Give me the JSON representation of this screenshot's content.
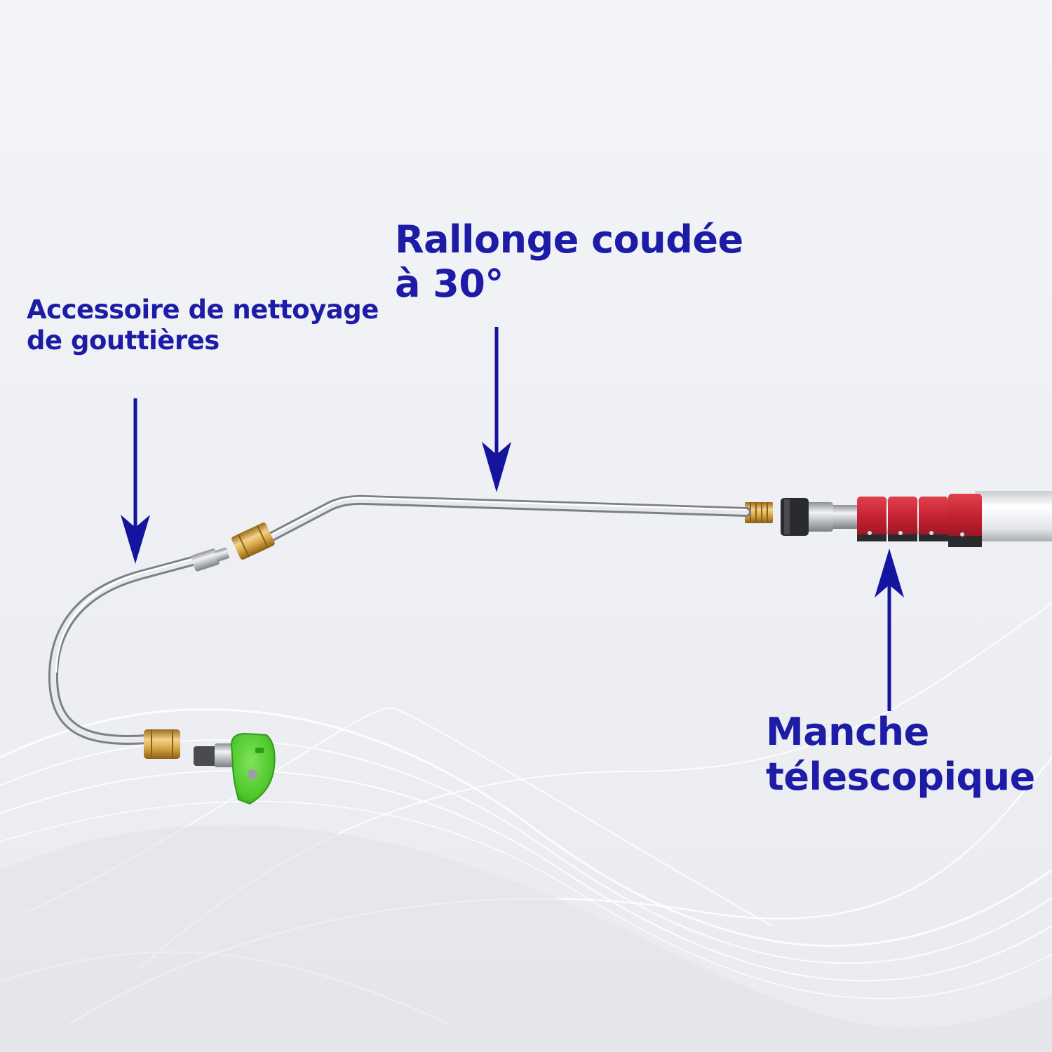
{
  "colors": {
    "label_text": "#1c1ca6",
    "arrow": "#14149e",
    "background": "#eef0f4",
    "steel": "#b9bcc2",
    "brass": "#d4a545",
    "nozzle_green": "#4fc82c",
    "clamp_red": "#c2202e",
    "pole_white": "#f4f5f7"
  },
  "labels": {
    "gutter_attachment": {
      "line1": "Accessoire de nettoyage",
      "line2": "de gouttières"
    },
    "extension_wand": {
      "line1": "Rallonge coudée",
      "line2": "à 30°"
    },
    "telescopic_handle": {
      "line1": "Manche",
      "line2": "télescopique"
    }
  },
  "parts": [
    "gutter-hook-wand",
    "quick-connect-coupler",
    "nozzle-tip",
    "bent-extension-wand",
    "threaded-adapter",
    "telescopic-pole"
  ]
}
